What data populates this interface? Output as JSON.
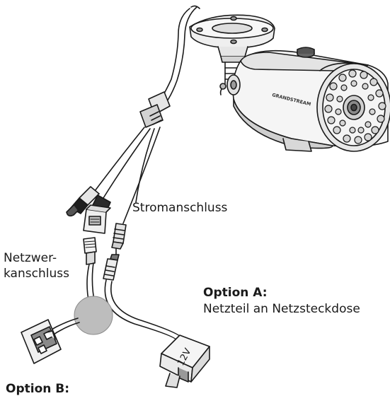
{
  "brand": "GRANDSTREAM",
  "labels": {
    "power_connector": "Stromanschluss",
    "network_connector_line1": "Netzwer-",
    "network_connector_line2": "kanschluss",
    "option_a_title": "Option A:",
    "option_a_text": "Netzteil an Netzsteckdose",
    "option_b_title": "Option B:",
    "adapter_voltage": "12V"
  },
  "colors": {
    "line": "#1a1a1a",
    "camera_body": "#f2f2f2",
    "shading": "#c8c8c8",
    "ir_ring": "#d9d9d9",
    "circle_fill": "#bdbdbd"
  }
}
